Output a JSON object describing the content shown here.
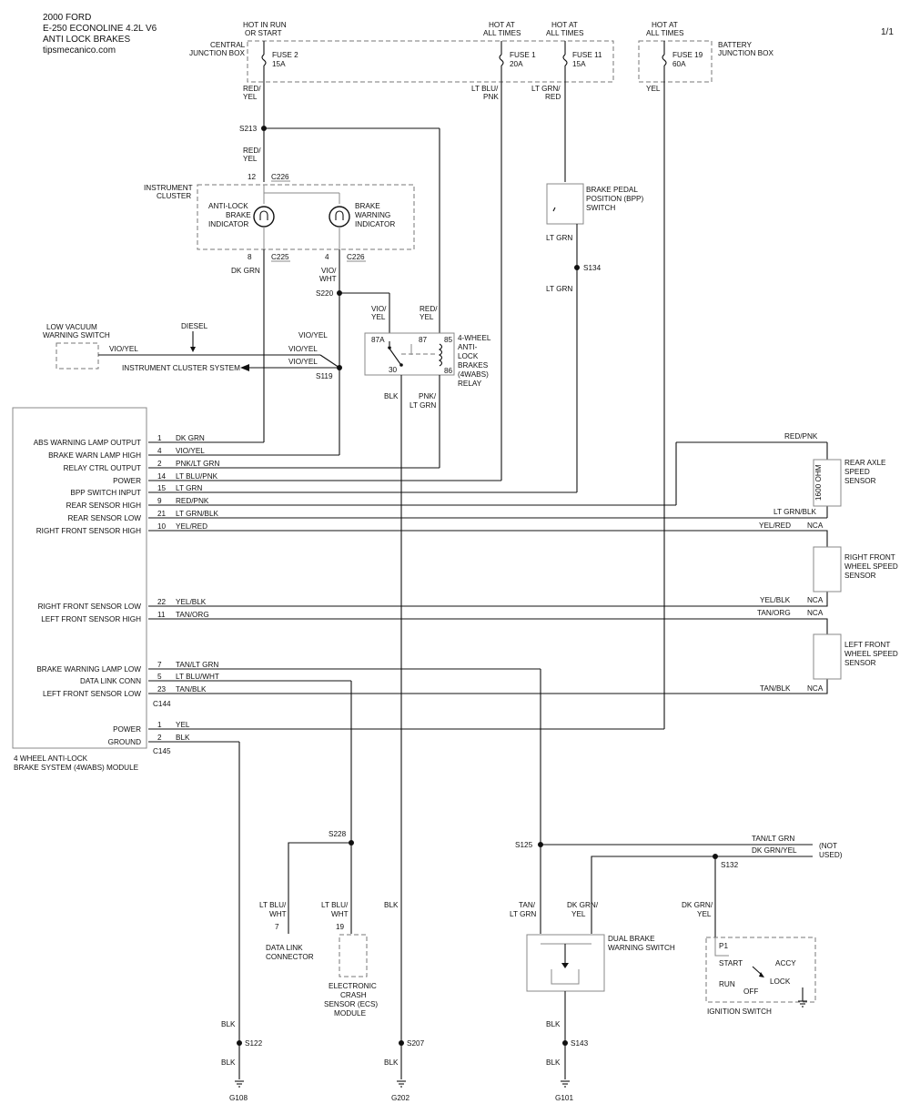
{
  "header": {
    "year_make": "2000 FORD",
    "model": "E-250 ECONOLINE  4.2L  V6",
    "system": "ANTI LOCK BRAKES",
    "site": "tipsmecanico.com",
    "page": "1/1"
  },
  "power": {
    "hot_run_1": "HOT IN RUN",
    "hot_run_2": "OR START",
    "hot_at": "HOT AT",
    "all_times": "ALL TIMES",
    "cjb_1": "CENTRAL",
    "cjb_2": "JUNCTION BOX",
    "bjb_1": "BATTERY",
    "bjb_2": "JUNCTION BOX",
    "fuse2": "FUSE 2",
    "fuse2_amp": "15A",
    "fuse1": "FUSE 1",
    "fuse1_amp": "20A",
    "fuse11": "FUSE 11",
    "fuse11_amp": "15A",
    "fuse19": "FUSE 19",
    "fuse19_amp": "60A"
  },
  "wires": {
    "red": "RED/",
    "yel": "YEL",
    "red_yel": "RED/YEL",
    "lt_blu": "LT BLU/",
    "pnk": "PNK",
    "lt_grn_s": "LT GRN/",
    "red_s": "RED",
    "lt_grn": "LT GRN",
    "dk_grn": "DK GRN",
    "vio": "VIO/",
    "wht": "WHT",
    "vio_yel": "VIO/YEL",
    "yel_s": "YEL",
    "blk": "BLK",
    "pnk_s": "PNK/",
    "red_pnk": "RED/PNK",
    "lt_grn_blk": "LT GRN/BLK",
    "yel_red": "YEL/RED",
    "yel_blk": "YEL/BLK",
    "tan_org": "TAN/ORG",
    "tan_blk": "TAN/BLK",
    "tan_lt_grn": "TAN/LT GRN",
    "dk_grn_yel": "DK GRN/YEL",
    "tan_s": "TAN/",
    "dk_grn_s": "DK GRN/",
    "lt_grn_blk2": "LT GRN/BLK",
    "vio_s": "VIO/",
    "yel_s2": "YEL",
    "nca": "NCA",
    "tan_lt_grn_s": "LT GRN"
  },
  "splices": {
    "s213": "S213",
    "s220": "S220",
    "s119": "S119",
    "s134": "S134",
    "s228": "S228",
    "s125": "S125",
    "s132": "S132",
    "s122": "S122",
    "s207": "S207",
    "s143": "S143"
  },
  "connectors": {
    "c226": "C226",
    "c225": "C225",
    "c144": "C144",
    "c145": "C145",
    "pin12": "12",
    "pin8": "8",
    "pin4": "4",
    "pin7": "7",
    "pin19": "19"
  },
  "cluster": {
    "label_1": "INSTRUMENT",
    "label_2": "CLUSTER",
    "abs_1": "ANTI-LOCK",
    "abs_2": "BRAKE",
    "abs_3": "INDICATOR",
    "brk_1": "BRAKE",
    "brk_2": "WARNING",
    "brk_3": "INDICATOR"
  },
  "bpp": {
    "l1": "BRAKE PEDAL",
    "l2": "POSITION (BPP)",
    "l3": "SWITCH"
  },
  "vacuum": {
    "l1": "LOW VACUUM",
    "l2": "WARNING SWITCH",
    "diesel": "DIESEL",
    "ic_system": "INSTRUMENT CLUSTER SYSTEM"
  },
  "relay": {
    "p87a": "87A",
    "p87": "87",
    "p85": "85",
    "p30": "30",
    "p86": "86",
    "l1": "4-WHEEL",
    "l2": "ANTI-",
    "l3": "LOCK",
    "l4": "BRAKES",
    "l5": "(4WABS)",
    "l6": "RELAY"
  },
  "module": {
    "label_1": "4 WHEEL ANTI-LOCK",
    "label_2": "BRAKE SYSTEM (4WABS) MODULE",
    "pins": [
      {
        "name": "ABS WARNING LAMP OUTPUT",
        "pin": "1",
        "wire": "DK GRN"
      },
      {
        "name": "BRAKE WARN LAMP HIGH",
        "pin": "4",
        "wire": "VIO/YEL"
      },
      {
        "name": "RELAY CTRL OUTPUT",
        "pin": "2",
        "wire": "PNK/LT GRN"
      },
      {
        "name": "POWER",
        "pin": "14",
        "wire": "LT BLU/PNK"
      },
      {
        "name": "BPP SWITCH INPUT",
        "pin": "15",
        "wire": "LT GRN"
      },
      {
        "name": "REAR SENSOR HIGH",
        "pin": "9",
        "wire": "RED/PNK"
      },
      {
        "name": "REAR SENSOR LOW",
        "pin": "21",
        "wire": "LT GRN/BLK"
      },
      {
        "name": "RIGHT FRONT SENSOR HIGH",
        "pin": "10",
        "wire": "YEL/RED"
      },
      {
        "name": "RIGHT FRONT SENSOR LOW",
        "pin": "22",
        "wire": "YEL/BLK"
      },
      {
        "name": "LEFT FRONT SENSOR HIGH",
        "pin": "11",
        "wire": "TAN/ORG"
      },
      {
        "name": "BRAKE WARNING LAMP LOW",
        "pin": "7",
        "wire": "TAN/LT GRN"
      },
      {
        "name": "DATA LINK CONN",
        "pin": "5",
        "wire": "LT BLU/WHT"
      },
      {
        "name": "LEFT FRONT SENSOR LOW",
        "pin": "23",
        "wire": "TAN/BLK"
      },
      {
        "name": "POWER",
        "pin": "1",
        "wire": "YEL"
      },
      {
        "name": "GROUND",
        "pin": "2",
        "wire": "BLK"
      }
    ]
  },
  "sensors": {
    "rear_1": "REAR AXLE",
    "rear_2": "SPEED",
    "rear_3": "SENSOR",
    "ohm": "1600 OHM",
    "rf_1": "RIGHT FRONT",
    "rf_2": "WHEEL SPEED",
    "rf_3": "SENSOR",
    "lf_1": "LEFT FRONT",
    "lf_2": "WHEEL SPEED",
    "lf_3": "SENSOR"
  },
  "bottom": {
    "dlc_1": "DATA LINK",
    "dlc_2": "CONNECTOR",
    "ecs_1": "ELECTRONIC",
    "ecs_2": "CRASH",
    "ecs_3": "SENSOR (ECS)",
    "ecs_4": "MODULE",
    "dbw_1": "DUAL BRAKE",
    "dbw_2": "WARNING SWITCH",
    "not_used_1": "(NOT",
    "not_used_2": "USED)",
    "ign": "IGNITION SWITCH",
    "p1": "P1",
    "start": "START",
    "accy": "ACCY",
    "run": "RUN",
    "lock": "LOCK",
    "off": "OFF",
    "g108": "G108",
    "g202": "G202",
    "g101": "G101"
  }
}
